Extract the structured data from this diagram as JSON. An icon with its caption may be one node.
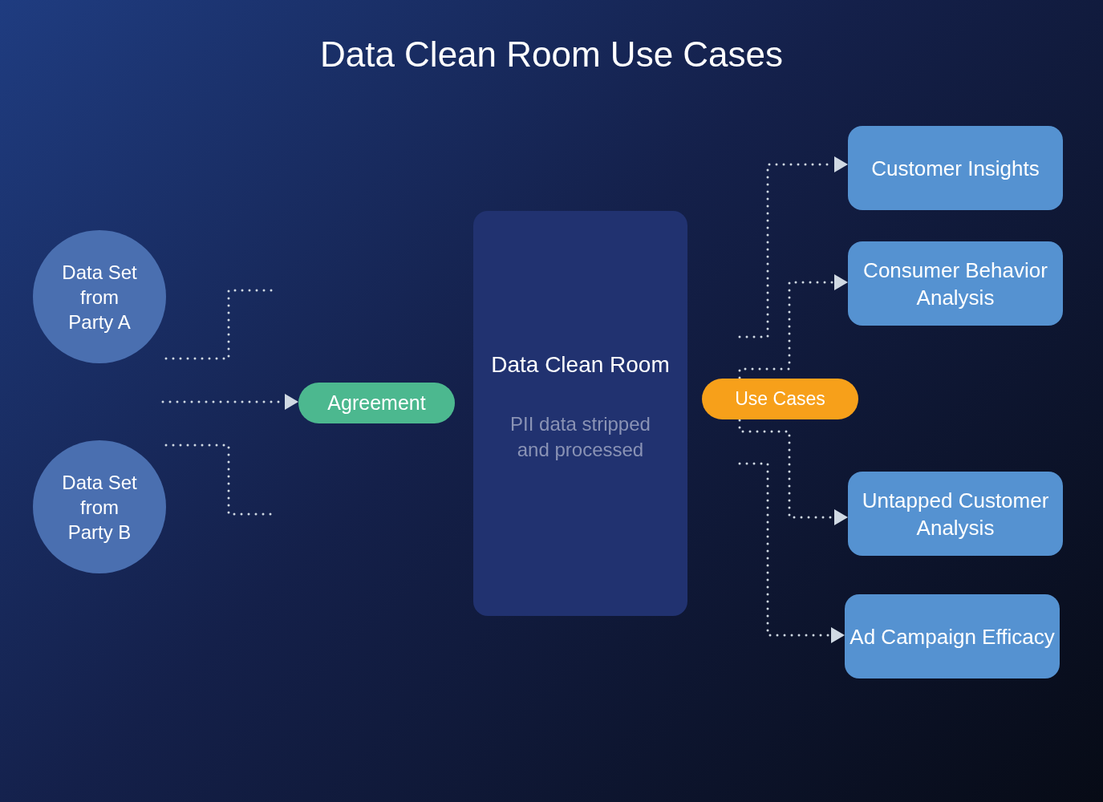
{
  "diagram": {
    "title": "Data Clean Room Use Cases",
    "nodes": [
      {
        "text": [
          "Data Set from Party A"
        ]
      },
      {
        "text": [
          "Data Set from Party B"
        ]
      },
      {
        "text": [
          "Agreement"
        ]
      },
      {
        "text": [
          "Data Clean Room",
          "PII data stripped and processed"
        ]
      },
      {
        "text": [
          "Use Cases"
        ]
      },
      {
        "text": [
          "Customer Insights"
        ]
      },
      {
        "text": [
          "Consumer Behavior Analysis"
        ]
      },
      {
        "text": [
          "Untapped Customer Analysis"
        ]
      },
      {
        "text": [
          "Ad Campaign Efficacy"
        ]
      }
    ],
    "edges": [
      {
        "from": 0,
        "to": null,
        "arrow": "none",
        "style": "dashed"
      },
      {
        "from": 1,
        "to": null,
        "arrow": "none",
        "style": "dashed"
      },
      {
        "from": null,
        "to": 2,
        "arrow": "to",
        "style": "dashed"
      },
      {
        "from": null,
        "to": 5,
        "arrow": "to",
        "style": "dashed"
      },
      {
        "from": 4,
        "to": 6,
        "arrow": "to",
        "style": "dashed"
      },
      {
        "from": 4,
        "to": 7,
        "arrow": "to",
        "style": "dashed"
      },
      {
        "from": null,
        "to": 8,
        "arrow": "to",
        "style": "dashed"
      }
    ]
  }
}
